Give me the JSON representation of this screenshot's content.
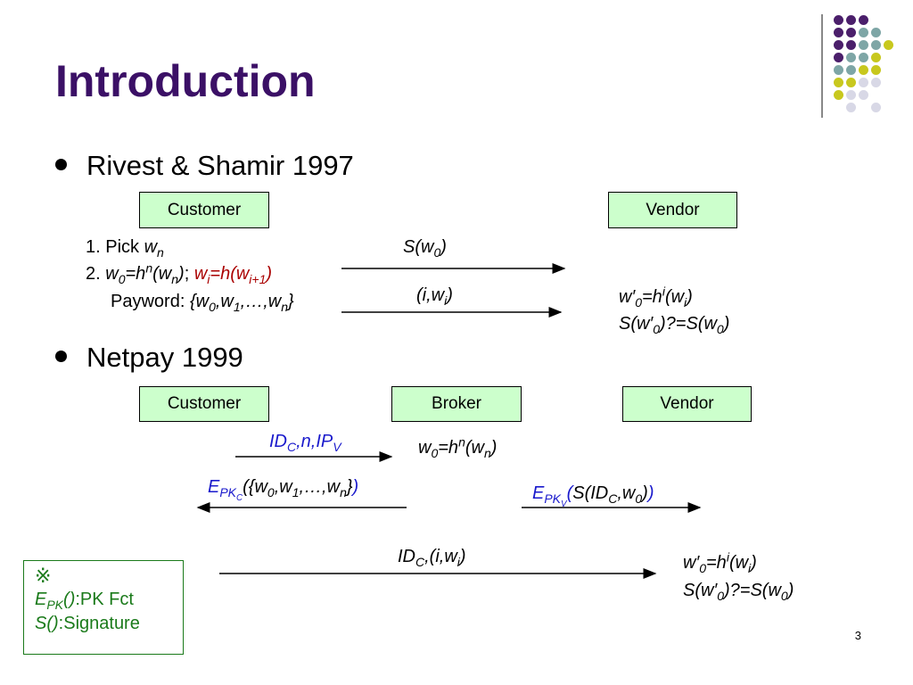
{
  "slide": {
    "title": "Introduction",
    "page_number": "3",
    "bullets": [
      {
        "text": "Rivest & Shamir 1997"
      },
      {
        "text": "Netpay 1999"
      }
    ]
  },
  "section1": {
    "customer_label": "Customer",
    "vendor_label": "Vendor",
    "step1_prefix": "1. Pick ",
    "step2_prefix": "2. ",
    "payword_prefix": "Payword: ",
    "msg_top": "S(w0)",
    "msg_bottom": "(i,wi)",
    "vendor_check_1": "w′0=hi(wi)",
    "vendor_check_2": "S(w′0)?=S(w0)"
  },
  "section2": {
    "customer_label": "Customer",
    "broker_label": "Broker",
    "vendor_label": "Vendor",
    "msg_id": "IDC,n,IPV",
    "broker_compute": "w0=hn(wn)",
    "msg_enc_customer": "EPKC({w0,w1,…,wn})",
    "msg_enc_vendor": "EPKV(S(IDC,w0))",
    "msg_payment": "IDC,(i,wi)",
    "vendor_check_1": "w′0=hi(wi)",
    "vendor_check_2": "S(w′0)?=S(w0)"
  },
  "note": {
    "symbol": "※",
    "line1_suffix": ":PK Fct",
    "line2_suffix": ":Signature"
  },
  "colors": {
    "title": "#3b1066",
    "box_fill": "#ccffcc",
    "highlight_red": "#aa0000",
    "highlight_blue": "#1a1acc",
    "note_green": "#1a7a1a",
    "deco_purple": "#4b1f6b",
    "deco_teal": "#7ea6a6",
    "deco_yellow": "#c8c81e",
    "deco_lavender": "#d8d8e6"
  }
}
